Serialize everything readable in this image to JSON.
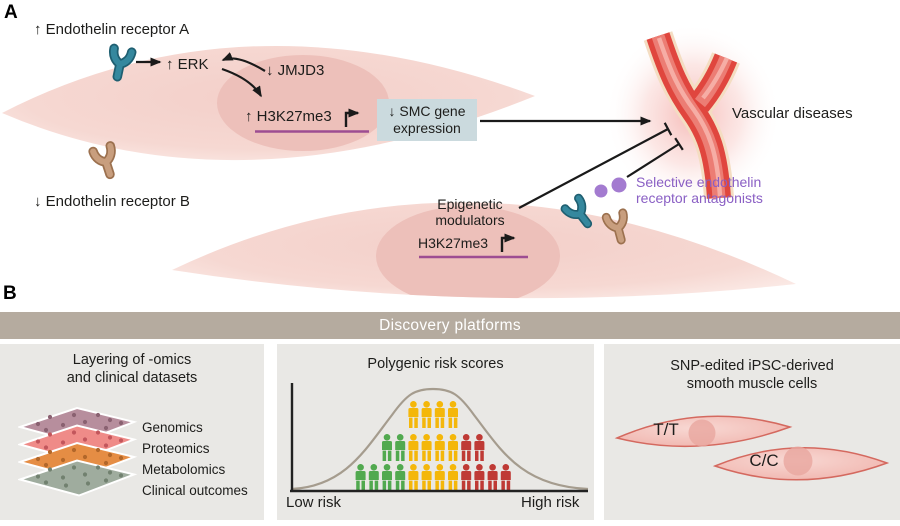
{
  "panel_a": {
    "label": "A",
    "receptor_a_label": "↑ Endothelin receptor A",
    "receptor_b_label": "↓ Endothelin receptor B",
    "erk_label": "↑ ERK",
    "jmjd3_label": "↓ JMJD3",
    "h3k27me3_label": "↑ H3K27me3",
    "smc_box_label": "↓ SMC gene expression",
    "vascular_label": "Vascular diseases",
    "epigenetic_line1": "Epigenetic",
    "epigenetic_line2": "modulators",
    "epigenetic_h3k27me3_label": "H3K27me3",
    "antagonists_line1": "Selective endothelin",
    "antagonists_line2": "receptor antagonists",
    "colors": {
      "cell_pink": "#f5d6d0",
      "nucleus_pink": "#edc0ba",
      "receptor_a_teal": "#35889e",
      "receptor_b_tan": "#c89e7e",
      "vessel_red": "#e0463e",
      "purple_text": "#8a5fc4",
      "purple_dots": "#a37bd0",
      "purple_underline": "#9d4d92",
      "smc_box_bg": "#cbdade"
    }
  },
  "panel_b": {
    "label": "B",
    "banner_label": "Discovery platforms",
    "banner_color": "#b5ab9f",
    "panel_bg": "#e9e8e5",
    "omics": {
      "title_line1": "Layering of -omics",
      "title_line2": "and clinical datasets",
      "layers": [
        {
          "label": "Genomics",
          "color": "#b78e9d",
          "dot_color": "#8a6171"
        },
        {
          "label": "Proteomics",
          "color": "#ef8b88",
          "dot_color": "#c2565c"
        },
        {
          "label": "Metabolomics",
          "color": "#e58d44",
          "dot_color": "#b2672a"
        },
        {
          "label": "Clinical outcomes",
          "color": "#9fac9e",
          "dot_color": "#71816f"
        }
      ]
    },
    "ipsc": {
      "title_line1": "SNP-edited iPSC-derived",
      "title_line2": "smooth muscle cells",
      "cell1_label": "T/T",
      "cell2_label": "C/C"
    }
  },
  "chart_data": {
    "type": "pictogram",
    "title": "Polygenic risk scores",
    "xlabel_left": "Low risk",
    "xlabel_right": "High risk",
    "curve": "normal-distribution bell curve, no y-axis ticks",
    "person_rows": [
      {
        "row": "bottom",
        "colors": [
          "green",
          "green",
          "green",
          "green",
          "yellow",
          "yellow",
          "yellow",
          "yellow",
          "red",
          "red",
          "red",
          "red"
        ]
      },
      {
        "row": "middle",
        "colors": [
          "green",
          "green",
          "yellow",
          "yellow",
          "yellow",
          "yellow",
          "red",
          "red"
        ]
      },
      {
        "row": "top",
        "colors": [
          "yellow",
          "yellow",
          "yellow",
          "yellow"
        ]
      }
    ],
    "color_map": {
      "green": "#51a94f",
      "yellow": "#f4b70a",
      "red": "#bf3a35"
    },
    "curve_color": "#a59c8e"
  }
}
